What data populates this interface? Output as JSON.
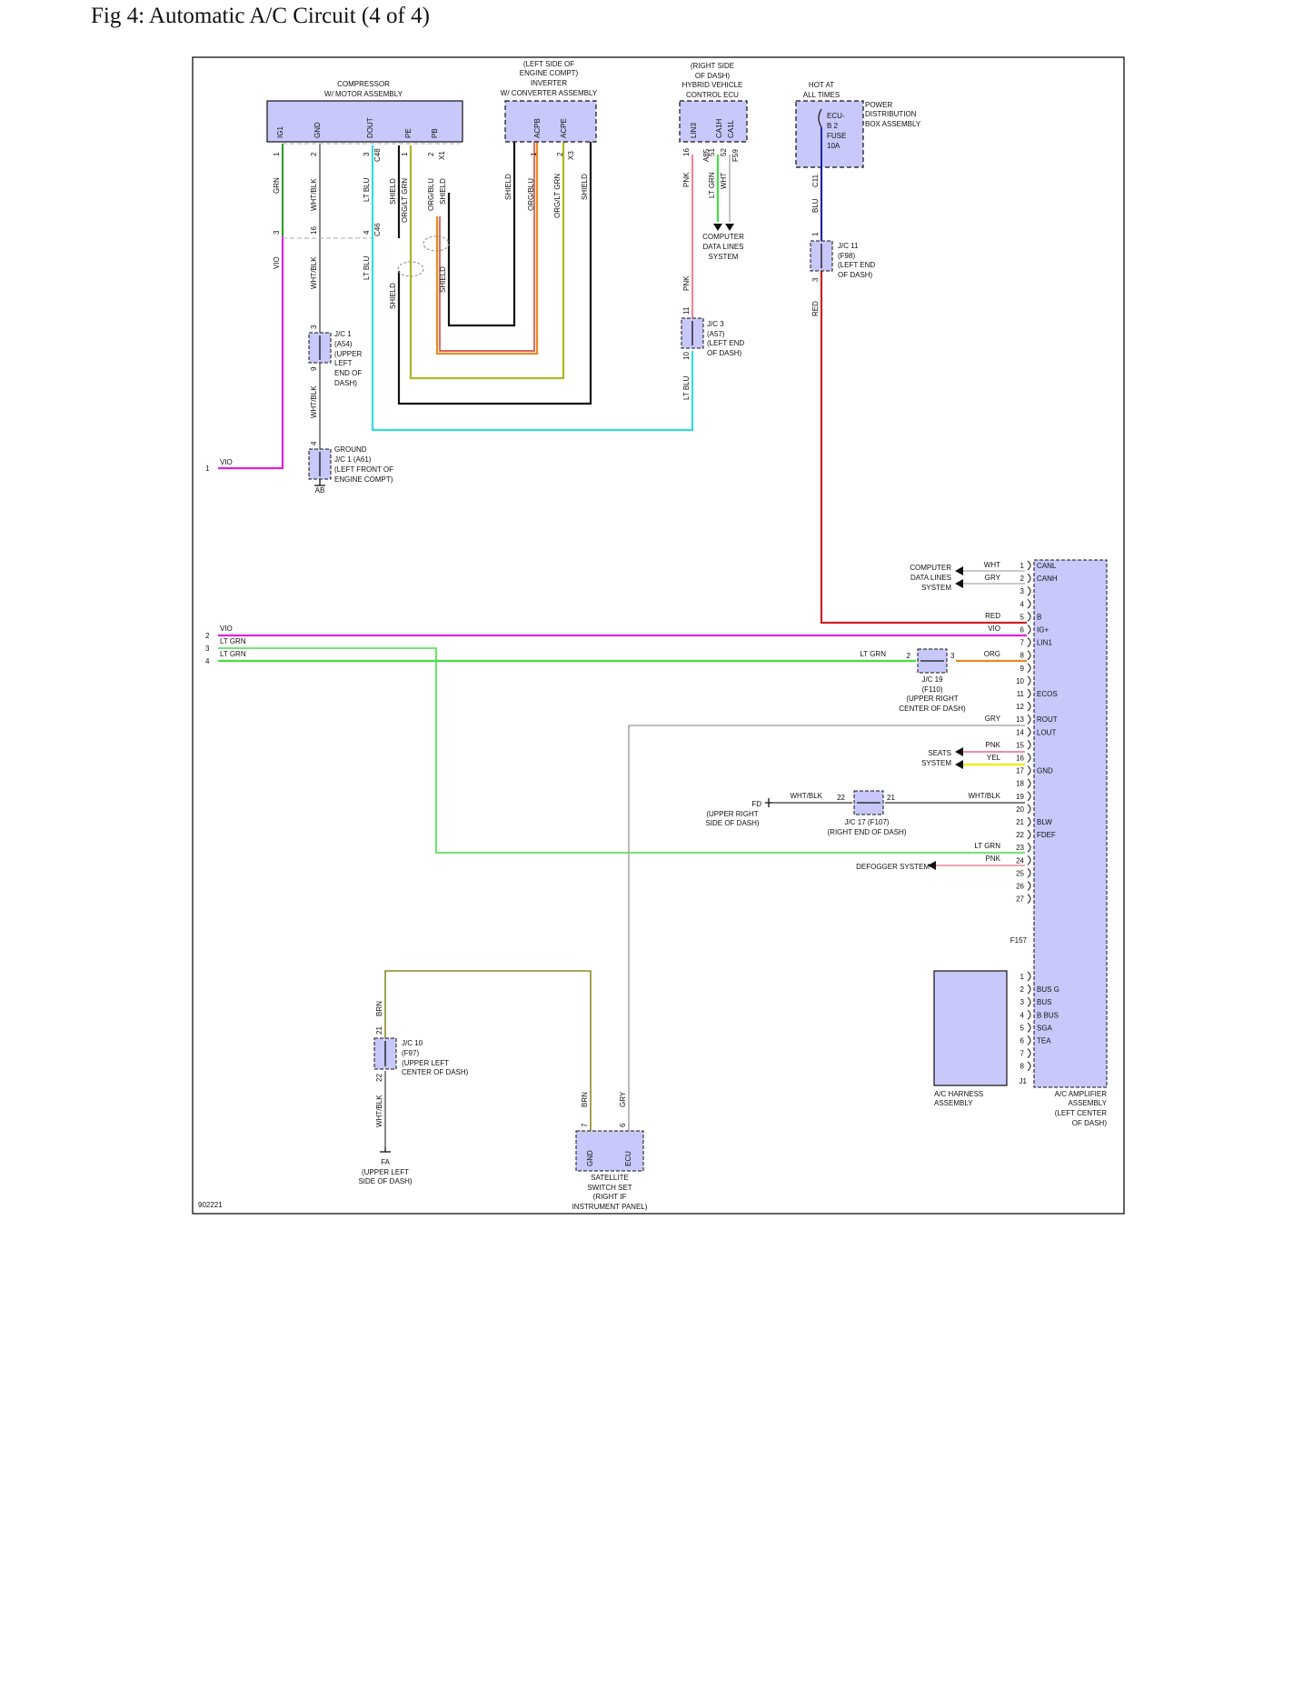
{
  "figure_title": "Fig 4: Automatic A/C Circuit (4 of 4)",
  "diagram_code": "902221",
  "colors": {
    "connector_fill": "#c8c8fa",
    "GRN": "#2aa02a",
    "VIO": "#dd22dd",
    "LT_GRN": "#44dd44",
    "LT_BLU": "#33dddd",
    "PNK": "#ee8899",
    "RED": "#cc2222",
    "BLU": "#2222aa",
    "ORG": "#ee8822",
    "YEL": "#eeee00",
    "BRN": "#888822",
    "GRY": "#aaaaaa",
    "WHT_BLK": "#555555",
    "SHIELD": "#111111"
  },
  "components": {
    "compressor": {
      "l1": "COMPRESSOR",
      "l2": "W/ MOTOR ASSEMBLY",
      "pins": [
        "IG1",
        "GND",
        "DOUT",
        "PE",
        "PB"
      ]
    },
    "inverter": {
      "l1": "(LEFT SIDE OF",
      "l2": "ENGINE COMPT)",
      "l3": "INVERTER",
      "l4": "W/ CONVERTER ASSEMBLY",
      "pins": [
        "ACPB",
        "ACPE"
      ]
    },
    "hv_ecu": {
      "l1": "(RIGHT SIDE",
      "l2": "OF DASH)",
      "l3": "HYBRID VEHICLE",
      "l4": "CONTROL ECU",
      "pins": [
        "LIN3",
        "CA1H",
        "CA1L"
      ]
    },
    "fuse": {
      "l1": "HOT AT",
      "l2": "ALL TIMES",
      "fuse_text": [
        "ECU-",
        "B 2",
        "FUSE",
        "10A"
      ],
      "box": [
        "POWER",
        "DISTRIBUTION",
        "BOX ASSEMBLY"
      ]
    },
    "jc11": [
      "J/C 11",
      "(F98)",
      "(LEFT END",
      "OF DASH)"
    ],
    "jc1_a54": [
      "J/C 1",
      "(A54)",
      "(UPPER",
      "LEFT",
      "END OF",
      "DASH)"
    ],
    "jc3": [
      "J/C 3",
      "(A57)",
      "(LEFT END",
      "OF DASH)"
    ],
    "ground_jc1": [
      "GROUND",
      "J/C 1 (A61)",
      "(LEFT FRONT OF",
      "ENGINE COMPT)"
    ],
    "ground_ab": "AB",
    "computer_data_top": [
      "COMPUTER",
      "DATA LINES",
      "SYSTEM"
    ],
    "computer_data_right": [
      "COMPUTER",
      "DATA LINES",
      "SYSTEM"
    ],
    "jc19": [
      "J/C 19",
      "(F110)",
      "(UPPER RIGHT",
      "CENTER OF DASH)"
    ],
    "seats": [
      "SEATS",
      "SYSTEM"
    ],
    "fd": [
      "FD",
      "(UPPER RIGHT",
      "SIDE OF DASH)"
    ],
    "jc17": [
      "J/C 17 (F107)",
      "(RIGHT END OF DASH)"
    ],
    "defogger": "DEFOGGER SYSTEM",
    "jc10": [
      "J/C 10",
      "(F97)",
      "(UPPER LEFT",
      "CENTER OF DASH)"
    ],
    "fa": [
      "FA",
      "(UPPER LEFT",
      "SIDE OF DASH)"
    ],
    "satellite": {
      "pins": [
        "GND",
        "ECU"
      ],
      "label": [
        "SATELLITE",
        "SWITCH SET",
        "(RIGHT IF",
        "INSTRUMENT PANEL)"
      ]
    },
    "harness": [
      "A/C HARNESS",
      "ASSEMBLY"
    ],
    "amplifier": {
      "label": [
        "A/C AMPLIFIER",
        "ASSEMBLY",
        "(LEFT CENTER",
        "OF DASH)"
      ],
      "connector_top": "F157",
      "connector_bottom": "J1",
      "pins_top": [
        {
          "n": "1",
          "name": "CANL"
        },
        {
          "n": "2",
          "name": "CANH"
        },
        {
          "n": "3",
          "name": ""
        },
        {
          "n": "4",
          "name": ""
        },
        {
          "n": "5",
          "name": "B"
        },
        {
          "n": "6",
          "name": "IG+"
        },
        {
          "n": "7",
          "name": "LIN1"
        },
        {
          "n": "8",
          "name": ""
        },
        {
          "n": "9",
          "name": ""
        },
        {
          "n": "10",
          "name": ""
        },
        {
          "n": "11",
          "name": "ECOS"
        },
        {
          "n": "12",
          "name": ""
        },
        {
          "n": "13",
          "name": "ROUT"
        },
        {
          "n": "14",
          "name": "LOUT"
        },
        {
          "n": "15",
          "name": ""
        },
        {
          "n": "16",
          "name": ""
        },
        {
          "n": "17",
          "name": "GND"
        },
        {
          "n": "18",
          "name": ""
        },
        {
          "n": "19",
          "name": ""
        },
        {
          "n": "20",
          "name": ""
        },
        {
          "n": "21",
          "name": "BLW"
        },
        {
          "n": "22",
          "name": "FDEF"
        },
        {
          "n": "23",
          "name": ""
        },
        {
          "n": "24",
          "name": ""
        },
        {
          "n": "25",
          "name": ""
        },
        {
          "n": "26",
          "name": ""
        },
        {
          "n": "27",
          "name": ""
        }
      ],
      "pins_bottom": [
        {
          "n": "1",
          "name": ""
        },
        {
          "n": "2",
          "name": "BUS G"
        },
        {
          "n": "3",
          "name": "BUS"
        },
        {
          "n": "4",
          "name": "B BUS"
        },
        {
          "n": "5",
          "name": "SGA"
        },
        {
          "n": "6",
          "name": "TEA"
        },
        {
          "n": "7",
          "name": ""
        },
        {
          "n": "8",
          "name": ""
        }
      ]
    }
  },
  "wire_labels": {
    "grn": "GRN",
    "vio": "VIO",
    "wht_blk": "WHT/BLK",
    "lt_blu": "LT BLU",
    "shield": "SHIELD",
    "org_lt_grn": "ORG/LT GRN",
    "org_blu": "ORG/BLU",
    "pnk": "PNK",
    "lt_grn": "LT GRN",
    "wht": "WHT",
    "blu": "BLU",
    "red": "RED",
    "gry": "GRY",
    "org": "ORG",
    "yel": "YEL",
    "brn": "BRN"
  },
  "connector_ids": {
    "c48": "C48",
    "c46": "C46",
    "x1": "X1",
    "x3": "X3",
    "a85": "A85",
    "f59": "F59",
    "c11": "C11"
  },
  "pin_numbers": {
    "p1": "1",
    "p2": "2",
    "p3": "3",
    "p4": "4",
    "p5": "5",
    "p6": "6",
    "p7": "7",
    "p8": "8",
    "p9": "9",
    "p10": "10",
    "p11": "11",
    "p16": "16",
    "p21": "21",
    "p22": "22",
    "p51": "51",
    "p52": "52"
  },
  "left_terminals": [
    "1",
    "2",
    "3",
    "4"
  ]
}
